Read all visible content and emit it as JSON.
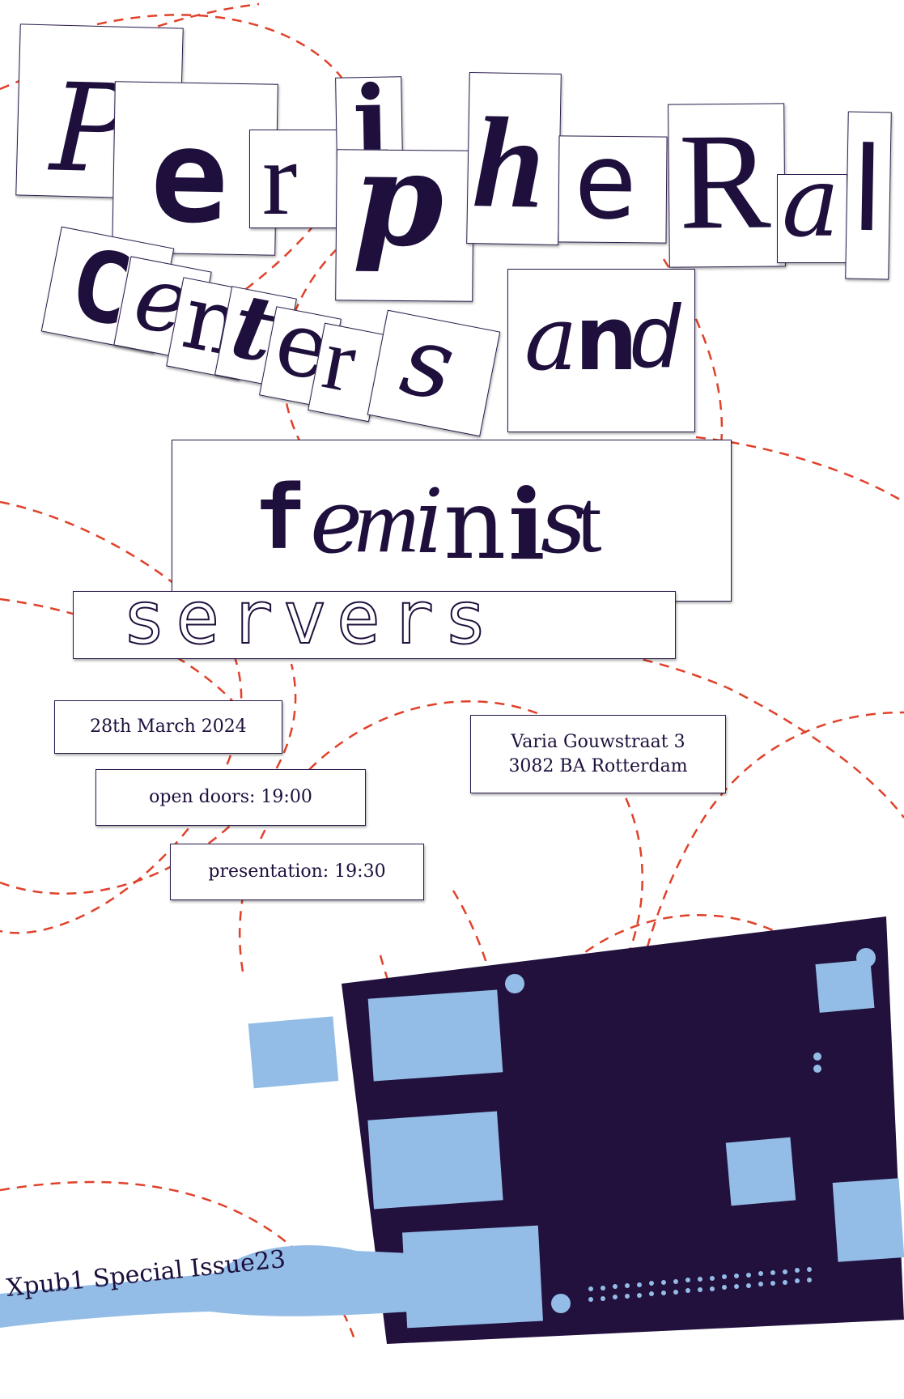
{
  "title": {
    "word1": {
      "letters": [
        "P",
        "e",
        "r",
        "i",
        "p",
        "h",
        "e",
        "R",
        "a",
        "l"
      ]
    },
    "word2": {
      "letters": [
        "C",
        "e",
        "n",
        "t",
        "e",
        "r",
        "s"
      ]
    },
    "word3": {
      "letters": [
        "a",
        "n",
        "d"
      ]
    },
    "word4": {
      "letters": [
        "f",
        "e",
        "m",
        "i",
        "n",
        "i",
        "s",
        "t"
      ]
    },
    "word5": {
      "text": "servers"
    }
  },
  "event": {
    "date": "28th March 2024",
    "open_doors": "open doors: 19:00",
    "presentation": "presentation: 19:30",
    "address_line1": "Varia Gouwstraat 3",
    "address_line2": "3082 BA Rotterdam"
  },
  "footer": {
    "label": "Xpub1 Special Issue23"
  },
  "colors": {
    "ink": "#1e0f3c",
    "board": "#22103d",
    "components": "#93bde6",
    "dashed_lines": "#e0412a",
    "paper": "#ffffff"
  }
}
